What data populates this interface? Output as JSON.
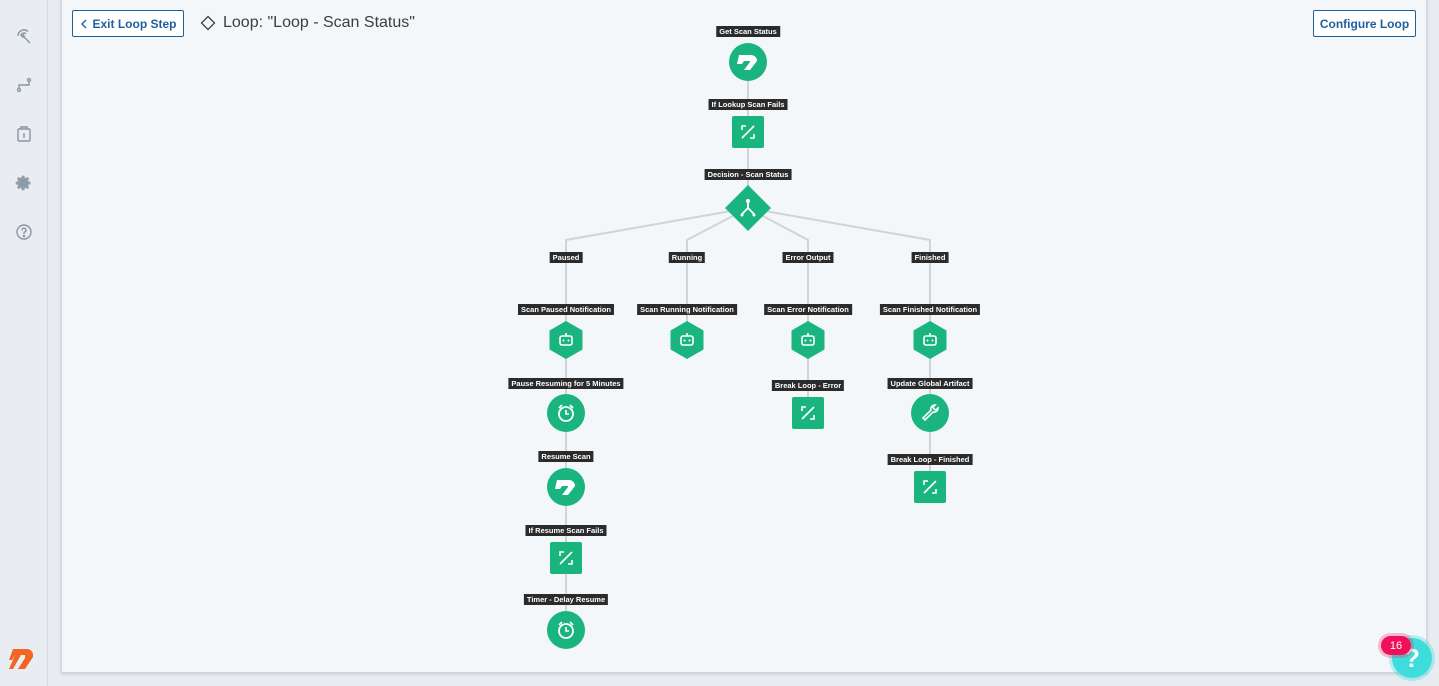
{
  "header": {
    "exit_label": "Exit Loop Step",
    "title": "Loop: \"Loop - Scan Status\"",
    "configure_label": "Configure Loop"
  },
  "sidebar": {
    "items": [
      {
        "icon": "radar-icon"
      },
      {
        "icon": "workflow-icon"
      },
      {
        "icon": "clipboard-icon"
      },
      {
        "icon": "gear-icon"
      },
      {
        "icon": "help-circle-icon"
      }
    ]
  },
  "flow": {
    "nodes": [
      {
        "label": "Get Scan Status",
        "type": "integration"
      },
      {
        "label": "If Lookup Scan Fails",
        "type": "condition"
      },
      {
        "label": "Decision - Scan Status",
        "type": "decision"
      },
      {
        "label": "Scan Paused Notification",
        "type": "bot"
      },
      {
        "label": "Pause Resuming for 5 Minutes",
        "type": "timer"
      },
      {
        "label": "Resume Scan",
        "type": "integration"
      },
      {
        "label": "If Resume Scan Fails",
        "type": "condition"
      },
      {
        "label": "Timer - Delay Resume",
        "type": "timer"
      },
      {
        "label": "Scan Running Notification",
        "type": "bot"
      },
      {
        "label": "Scan Error Notification",
        "type": "bot"
      },
      {
        "label": "Break Loop - Error",
        "type": "condition"
      },
      {
        "label": "Scan Finished Notification",
        "type": "bot"
      },
      {
        "label": "Update Global Artifact",
        "type": "tool"
      },
      {
        "label": "Break Loop - Finished",
        "type": "condition"
      }
    ],
    "branches": [
      "Paused",
      "Running",
      "Error Output",
      "Finished"
    ]
  },
  "help": {
    "badge_count": "16",
    "glyph": "?"
  },
  "colors": {
    "node": "#1ab47f",
    "accent": "#1f5f9e",
    "edge": "#cfd4d8",
    "badge": "#f0105a",
    "help": "#3fdcdc"
  }
}
